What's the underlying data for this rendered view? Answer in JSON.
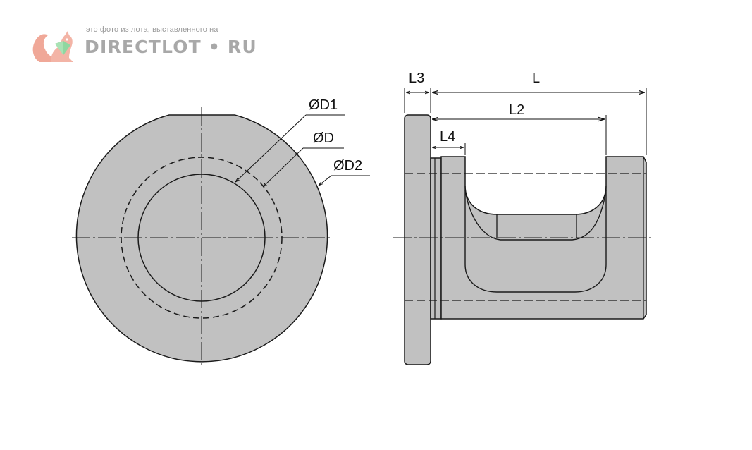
{
  "watermark": {
    "caption": "это фото из лота, выставленного на",
    "brand": "DIRECTLOT • RU"
  },
  "colors": {
    "part_fill": "#c1c1c1",
    "outline": "#1a1a1a",
    "watermark": "#a8a8a8",
    "logo_squirrel": "#f0a898",
    "logo_gem": "#8fd7a0"
  },
  "front_view": {
    "labels": {
      "d1": "ØD1",
      "d": "ØD",
      "d2": "ØD2"
    }
  },
  "side_view": {
    "labels": {
      "l3": "L3",
      "l": "L",
      "l2": "L2",
      "l4": "L4"
    }
  }
}
